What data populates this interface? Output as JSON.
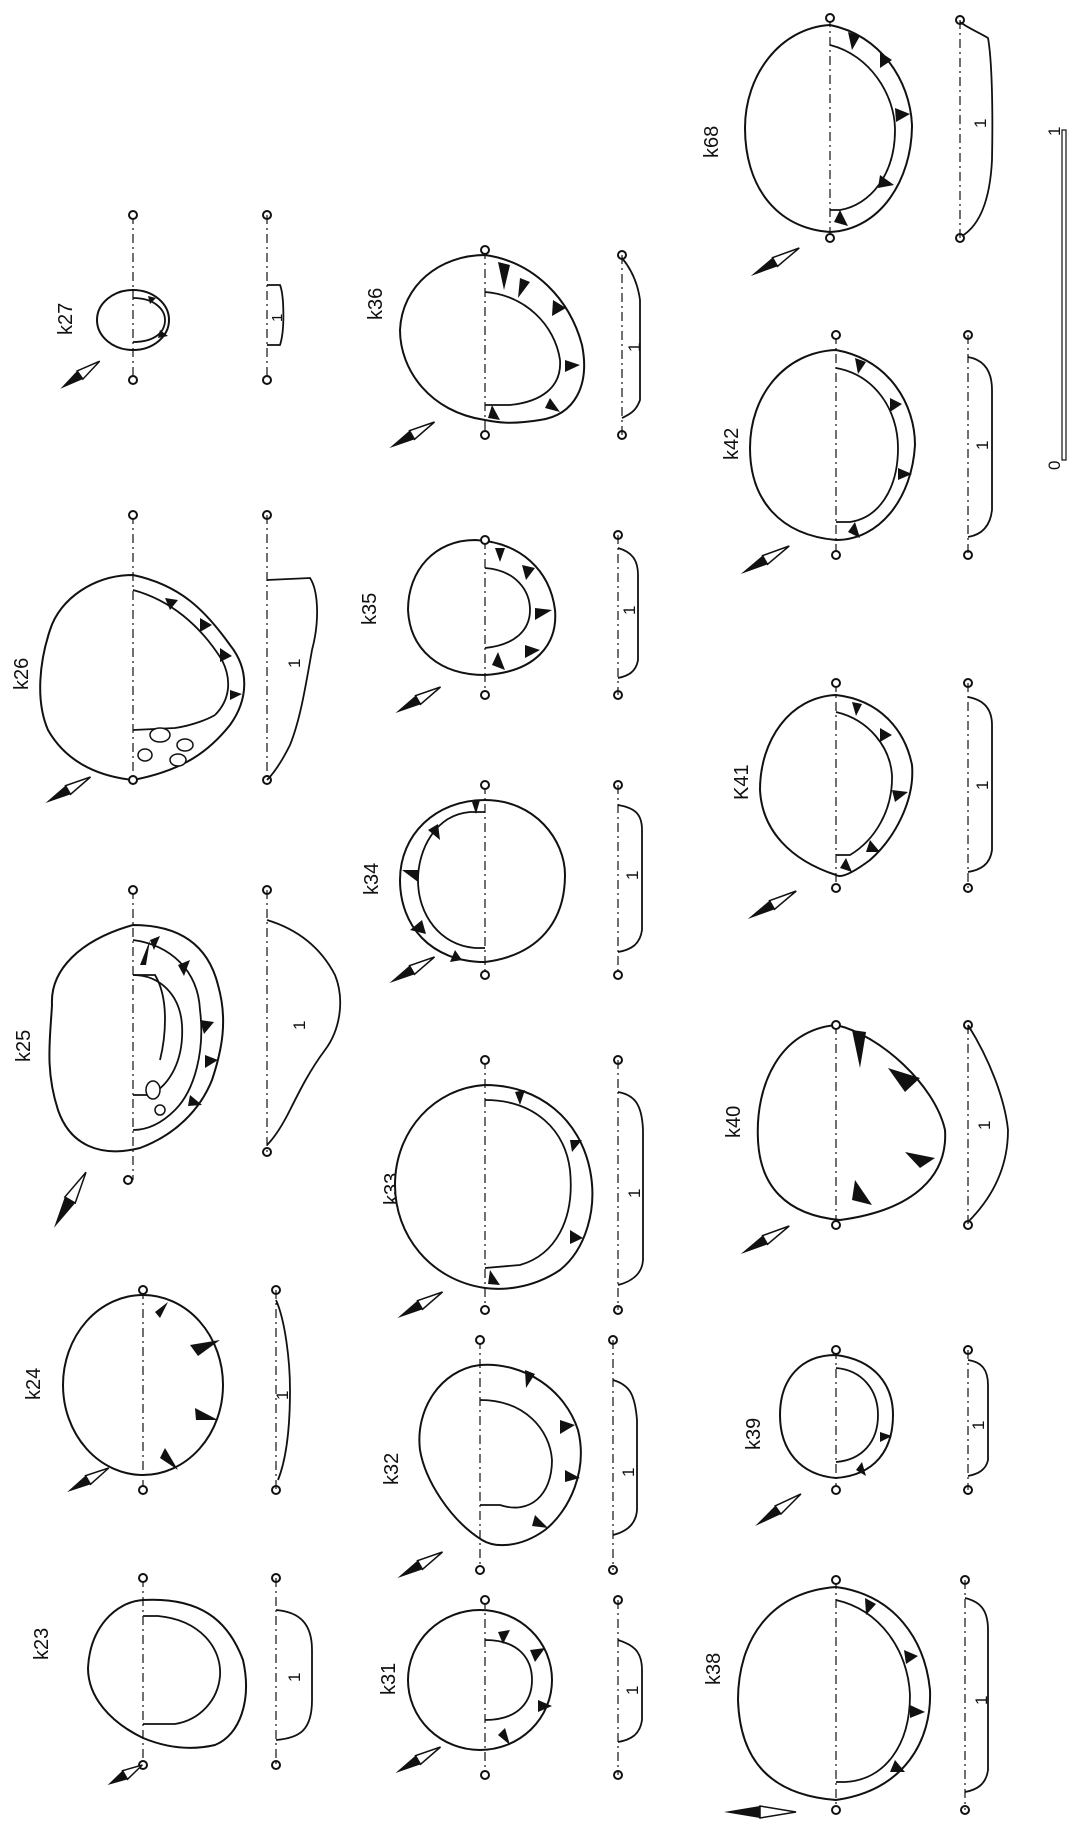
{
  "features": [
    {
      "label": "k23",
      "section_label": "1"
    },
    {
      "label": "k24",
      "section_label": "1"
    },
    {
      "label": "k25",
      "section_label": "1"
    },
    {
      "label": "k26",
      "section_label": "1"
    },
    {
      "label": "k27",
      "section_label": "1"
    },
    {
      "label": "k31",
      "section_label": "1"
    },
    {
      "label": "k32",
      "section_label": "1"
    },
    {
      "label": "k33",
      "section_label": "1"
    },
    {
      "label": "k34",
      "section_label": "1"
    },
    {
      "label": "k35",
      "section_label": "1"
    },
    {
      "label": "k36",
      "section_label": "1"
    },
    {
      "label": "k38",
      "section_label": "1"
    },
    {
      "label": "k39",
      "section_label": "1"
    },
    {
      "label": "k40",
      "section_label": "1"
    },
    {
      "label": "K41",
      "section_label": "1"
    },
    {
      "label": "k42",
      "section_label": "1"
    },
    {
      "label": "k68",
      "section_label": "1"
    }
  ],
  "scale_bar": {
    "start_label": "0",
    "end_label": "1"
  },
  "colors": {
    "ink": "#111111",
    "paper": "#ffffff"
  },
  "icons": {
    "north_arrow": "north-arrow-icon",
    "section_point": "section-point-icon"
  }
}
